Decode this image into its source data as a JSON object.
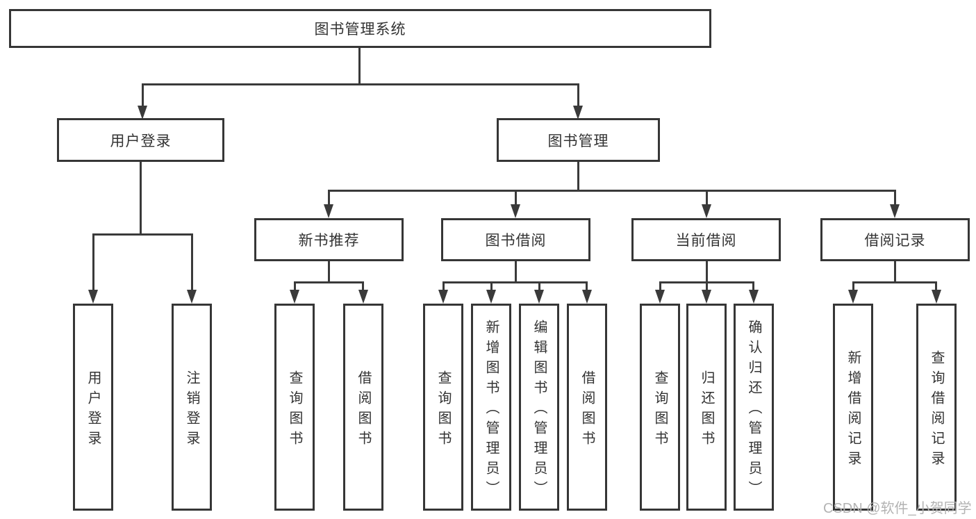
{
  "diagram": {
    "root": {
      "label": "图书管理系统"
    },
    "level2": [
      {
        "label": "用户登录"
      },
      {
        "label": "图书管理"
      }
    ],
    "level3": [
      {
        "label": "新书推荐"
      },
      {
        "label": "图书借阅"
      },
      {
        "label": "当前借阅"
      },
      {
        "label": "借阅记录"
      }
    ],
    "leaves": {
      "user_login": [
        "用户登录",
        "注销登录"
      ],
      "new_books": [
        "查询图书",
        "借阅图书"
      ],
      "book_borrow": [
        "查询图书",
        "新增图书（管理员）",
        "编辑图书（管理员）",
        "借阅图书"
      ],
      "current_borrow": [
        "查询图书",
        "归还图书",
        "确认归还（管理员）"
      ],
      "borrow_records": [
        "新增借阅记录",
        "查询借阅记录"
      ]
    }
  },
  "watermark": "CSDN @软件_小贺同学",
  "colors": {
    "line": "#3a3a3a",
    "text": "#333333",
    "watermark": "#b3b3b3",
    "background": "#ffffff"
  }
}
